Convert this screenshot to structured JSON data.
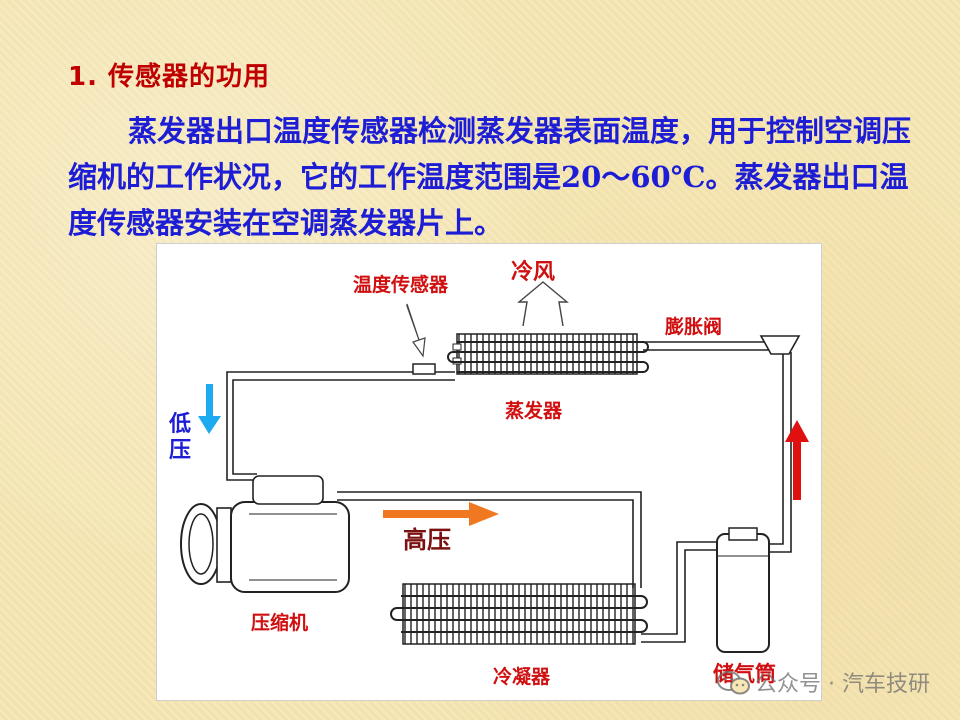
{
  "slide": {
    "heading": "1. 传感器的功用",
    "paragraph": "蒸发器出口温度传感器检测蒸发器表面温度，用于控制空调压缩机的工作状况，它的工作温度范围是20～60℃。蒸发器出口温度传感器安装在空调蒸发器片上。"
  },
  "diagram": {
    "labels": {
      "temp_sensor": "温度传感器",
      "cold_air": "冷风",
      "expansion_valve": "膨胀阀",
      "evaporator": "蒸发器",
      "low_pressure": "低压",
      "high_pressure": "高压",
      "compressor": "压缩机",
      "condenser": "冷凝器",
      "receiver_drier": "储气筒"
    },
    "colors": {
      "low_pressure_arrow": "#1eaaf0",
      "high_pressure_arrow": "#f07820",
      "return_arrow": "#e01010",
      "label_red": "#d01010",
      "label_blue": "#1d1dd6"
    }
  },
  "watermark": {
    "text": "公众号 · 汽车技研",
    "icon": "wechat-icon"
  }
}
